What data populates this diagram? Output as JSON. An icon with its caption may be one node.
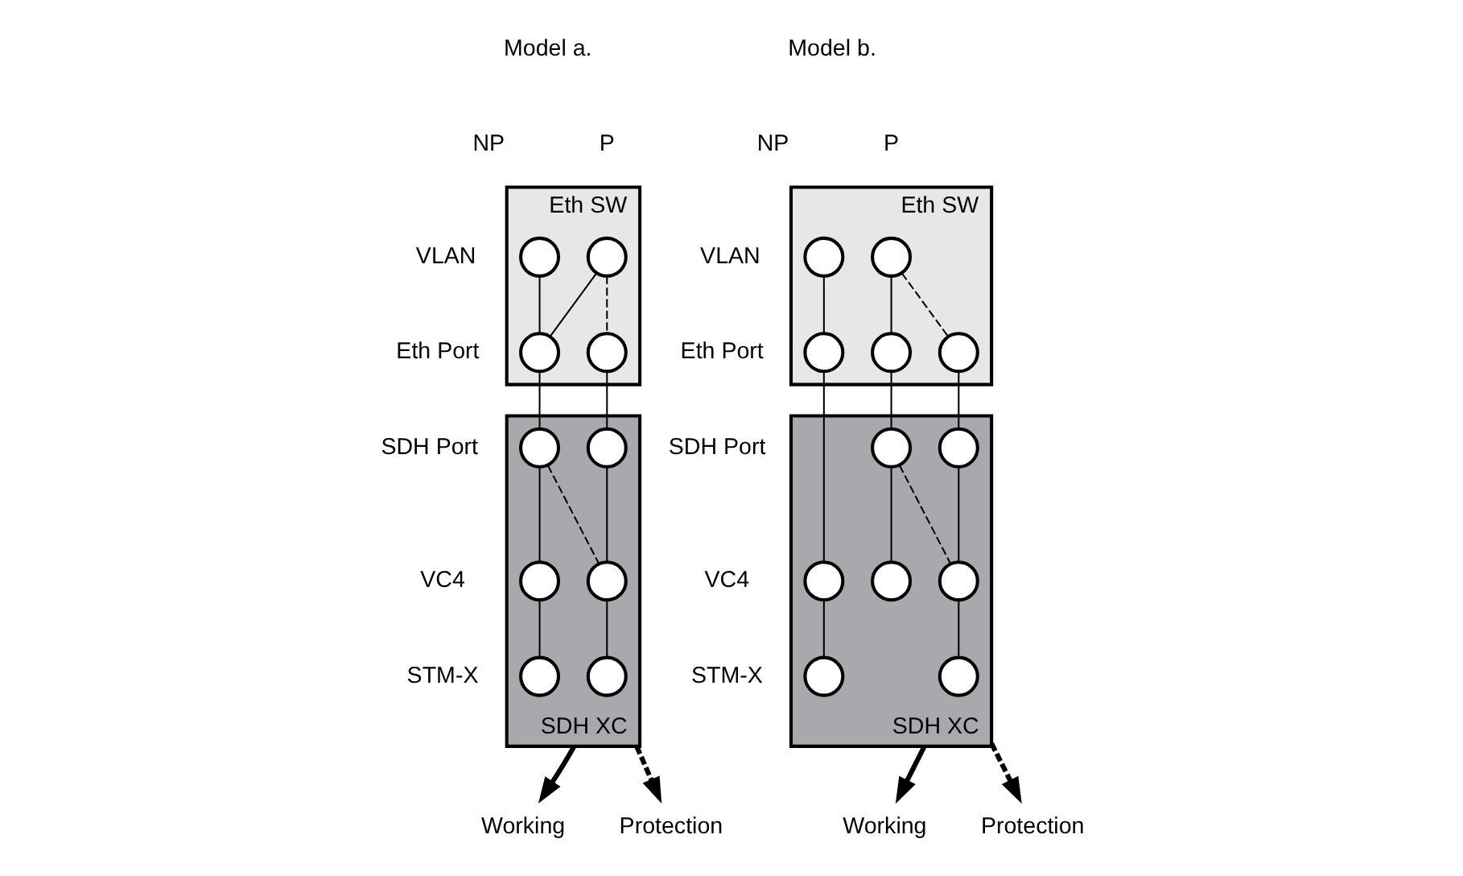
{
  "diagram": {
    "nodes": [
      {
        "text": [
          "Eth SW"
        ]
      },
      {
        "text": [],
        "shape": "circle",
        "in": 0
      },
      {
        "text": [],
        "shape": "circle",
        "in": 0
      },
      {
        "text": [],
        "shape": "circle",
        "in": 0
      },
      {
        "text": [],
        "shape": "circle",
        "in": 0
      },
      {
        "text": [
          "SDH XC"
        ]
      },
      {
        "text": [],
        "shape": "circle",
        "in": 5
      },
      {
        "text": [],
        "shape": "circle",
        "in": 5
      },
      {
        "text": [],
        "shape": "circle",
        "in": 5
      },
      {
        "text": [],
        "shape": "circle",
        "in": 5
      },
      {
        "text": [],
        "shape": "circle",
        "in": 5
      },
      {
        "text": [],
        "shape": "circle",
        "in": 5
      },
      {
        "text": [
          "Working"
        ]
      },
      {
        "text": [
          "Protection"
        ]
      },
      {
        "text": [
          "Eth SW"
        ]
      },
      {
        "text": [],
        "shape": "circle",
        "in": 14
      },
      {
        "text": [],
        "shape": "circle",
        "in": 14
      },
      {
        "text": [],
        "shape": "circle",
        "in": 14
      },
      {
        "text": [],
        "shape": "circle",
        "in": 14
      },
      {
        "text": [],
        "shape": "circle",
        "in": 14
      },
      {
        "text": [
          "SDH XC"
        ]
      },
      {
        "text": [],
        "shape": "circle",
        "in": 20
      },
      {
        "text": [],
        "shape": "circle",
        "in": 20
      },
      {
        "text": [],
        "shape": "circle",
        "in": 20
      },
      {
        "text": [],
        "shape": "circle",
        "in": 20
      },
      {
        "text": [],
        "shape": "circle",
        "in": 20
      },
      {
        "text": [],
        "shape": "circle",
        "in": 20
      },
      {
        "text": [],
        "shape": "circle",
        "in": 20
      },
      {
        "text": [
          "Working"
        ]
      },
      {
        "text": [
          "Protection"
        ]
      }
    ],
    "edges": [
      {
        "from": 1,
        "to": 3,
        "arrow": "none"
      },
      {
        "from": 2,
        "to": 3,
        "arrow": "none"
      },
      {
        "from": 2,
        "to": 4,
        "arrow": "none",
        "style": "dashed"
      },
      {
        "from": 3,
        "to": 6,
        "arrow": "none"
      },
      {
        "from": 4,
        "to": 7,
        "arrow": "none"
      },
      {
        "from": 6,
        "to": 8,
        "arrow": "none"
      },
      {
        "from": 6,
        "to": 9,
        "arrow": "none",
        "style": "dashed"
      },
      {
        "from": 7,
        "to": 9,
        "arrow": "none"
      },
      {
        "from": 8,
        "to": 10,
        "arrow": "none"
      },
      {
        "from": 9,
        "to": 11,
        "arrow": "none"
      },
      {
        "from": 5,
        "to": 12,
        "arrow": "to",
        "style": "thick"
      },
      {
        "from": 5,
        "to": 13,
        "arrow": "to",
        "style": "dashed"
      },
      {
        "from": 15,
        "to": 17,
        "arrow": "none"
      },
      {
        "from": 16,
        "to": 18,
        "arrow": "none"
      },
      {
        "from": 16,
        "to": 19,
        "arrow": "none",
        "style": "dashed"
      },
      {
        "from": 17,
        "to": 23,
        "arrow": "none"
      },
      {
        "from": 18,
        "to": 21,
        "arrow": "none"
      },
      {
        "from": 19,
        "to": 22,
        "arrow": "none"
      },
      {
        "from": 21,
        "to": 24,
        "arrow": "none"
      },
      {
        "from": 21,
        "to": 25,
        "arrow": "none",
        "style": "dashed"
      },
      {
        "from": 22,
        "to": 25,
        "arrow": "none"
      },
      {
        "from": 23,
        "to": 26,
        "arrow": "none"
      },
      {
        "from": 25,
        "to": 27,
        "arrow": "none"
      },
      {
        "from": 20,
        "to": 28,
        "arrow": "to",
        "style": "thick"
      },
      {
        "from": 20,
        "to": 29,
        "arrow": "to",
        "style": "dashed"
      }
    ],
    "labels": [
      "Model a.",
      "NP",
      "P",
      "VLAN",
      "Eth Port",
      "SDH Port",
      "VC4",
      "STM-X",
      "Model b.",
      "NP",
      "P",
      "VLAN",
      "Eth Port",
      "SDH Port",
      "VC4",
      "STM-X"
    ]
  }
}
